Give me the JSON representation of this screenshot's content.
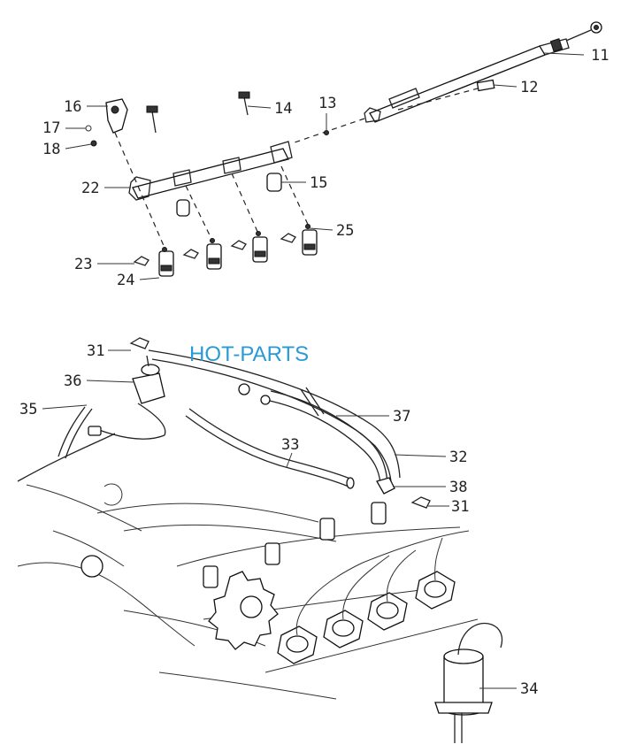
{
  "watermark": {
    "text": "HOT-PARTS",
    "color": "#2a9ad6"
  },
  "callouts": [
    {
      "id": "c11",
      "number": "11"
    },
    {
      "id": "c12",
      "number": "12"
    },
    {
      "id": "c13",
      "number": "13"
    },
    {
      "id": "c14",
      "number": "14"
    },
    {
      "id": "c15",
      "number": "15"
    },
    {
      "id": "c16",
      "number": "16"
    },
    {
      "id": "c17",
      "number": "17"
    },
    {
      "id": "c18",
      "number": "18"
    },
    {
      "id": "c22",
      "number": "22"
    },
    {
      "id": "c23",
      "number": "23"
    },
    {
      "id": "c24",
      "number": "24"
    },
    {
      "id": "c25",
      "number": "25"
    },
    {
      "id": "c31a",
      "number": "31"
    },
    {
      "id": "c36",
      "number": "36"
    },
    {
      "id": "c35",
      "number": "35"
    },
    {
      "id": "c37",
      "number": "37"
    },
    {
      "id": "c33",
      "number": "33"
    },
    {
      "id": "c32",
      "number": "32"
    },
    {
      "id": "c38",
      "number": "38"
    },
    {
      "id": "c31b",
      "number": "31"
    },
    {
      "id": "c34",
      "number": "34"
    }
  ]
}
